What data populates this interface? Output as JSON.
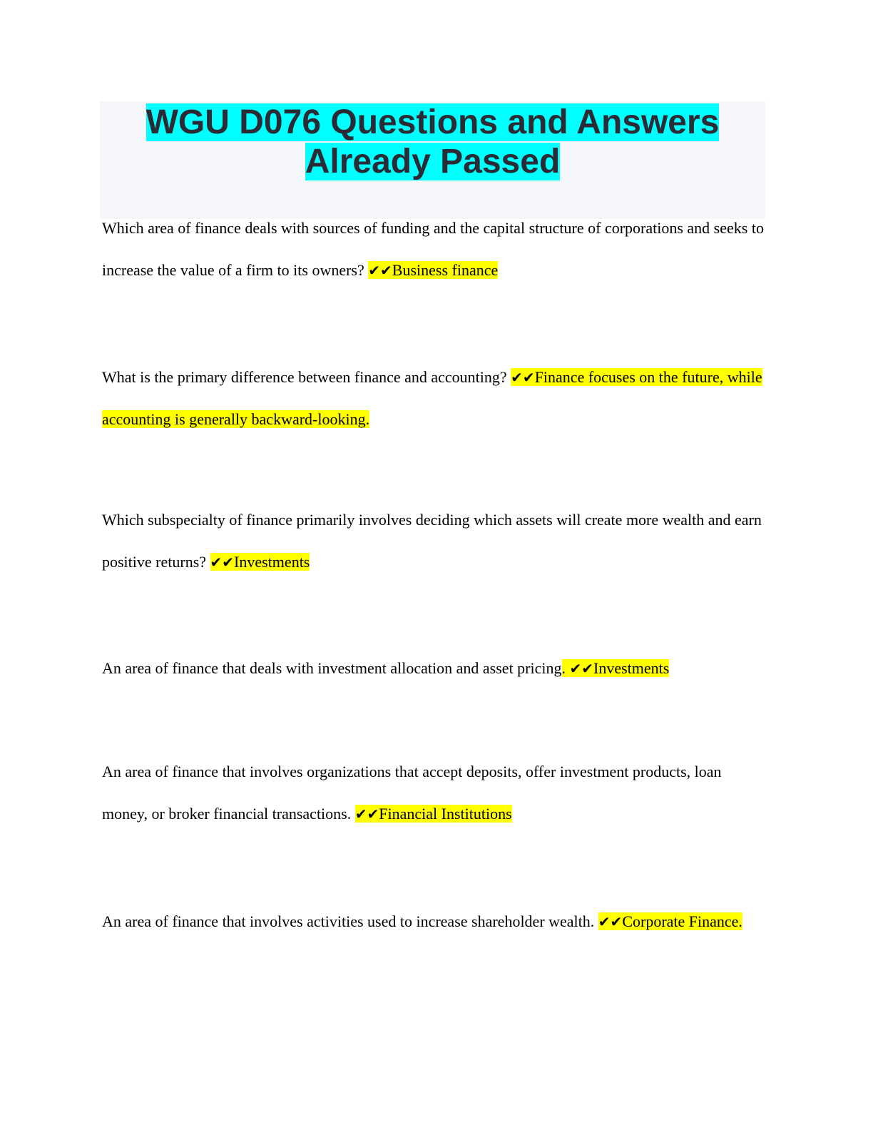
{
  "title": {
    "line1": "WGU D076 Questions and Answers",
    "line2": "Already Passed"
  },
  "check_icon": "✔✔",
  "items": [
    {
      "q": "Which area of finance deals with sources of funding and the capital structure of corporations and seeks to increase the value of a firm to its owners? ",
      "a": "Business finance"
    },
    {
      "q": "What is the primary difference between finance and accounting? ",
      "a": "Finance focuses on the future, while accounting is generally backward-looking."
    },
    {
      "q": "Which subspecialty of finance primarily involves deciding which assets will create more wealth and earn positive returns? ",
      "a": "Investments"
    },
    {
      "q": "An area of finance that deals with investment allocation and asset pricing",
      "a": "Investments",
      "pre": ". "
    },
    {
      "q": "An area of finance that involves organizations that accept deposits, offer investment products, loan money, or broker financial transactions. ",
      "a": "Financial Institutions"
    },
    {
      "q": "An area of finance that involves activities used to increase shareholder wealth. ",
      "a": "Corporate Finance."
    }
  ]
}
